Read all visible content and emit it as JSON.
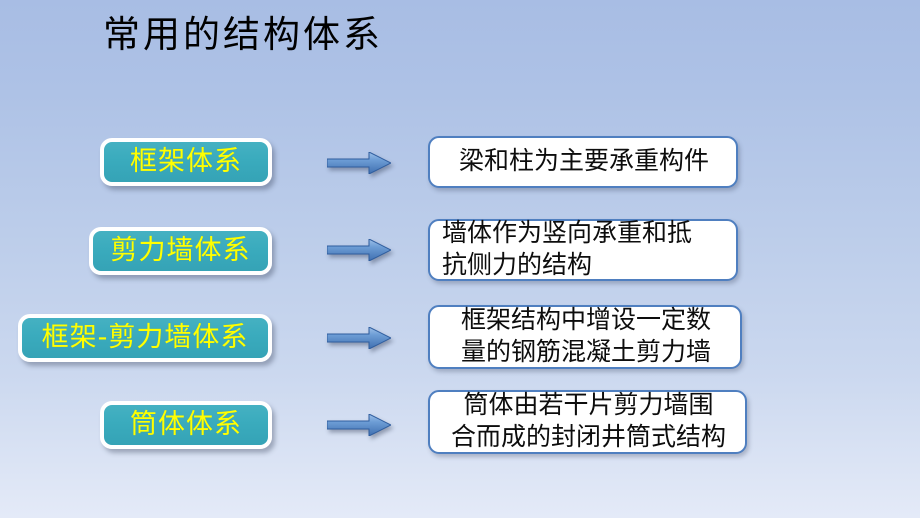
{
  "slide": {
    "title": "常用的结构体系",
    "background_top_color": "#a8bde4",
    "background_bottom_color": "#e4eaf8",
    "pill_fill_color": "#3aabbd",
    "pill_text_color": "#ffff00",
    "pill_border_color": "#ffffff",
    "desc_border_color": "#4f7fc0",
    "desc_fill_color": "#ffffff",
    "arrow_color": "#5b8fcc"
  },
  "rows": [
    {
      "system": "框架体系",
      "arrow": "right-arrow-icon",
      "description_lines": [
        "梁和柱为主要承重构件"
      ]
    },
    {
      "system": "剪力墙体系",
      "arrow": "right-arrow-icon",
      "description_lines": [
        "墙体作为竖向承重和抵",
        "抗侧力的结构"
      ]
    },
    {
      "system": "框架-剪力墙体系",
      "arrow": "right-arrow-icon",
      "description_lines": [
        "框架结构中增设一定数",
        "量的钢筋混凝土剪力墙"
      ]
    },
    {
      "system": "筒体体系",
      "arrow": "right-arrow-icon",
      "description_lines": [
        "筒体由若干片剪力墙围",
        "合而成的封闭井筒式结构"
      ]
    }
  ]
}
